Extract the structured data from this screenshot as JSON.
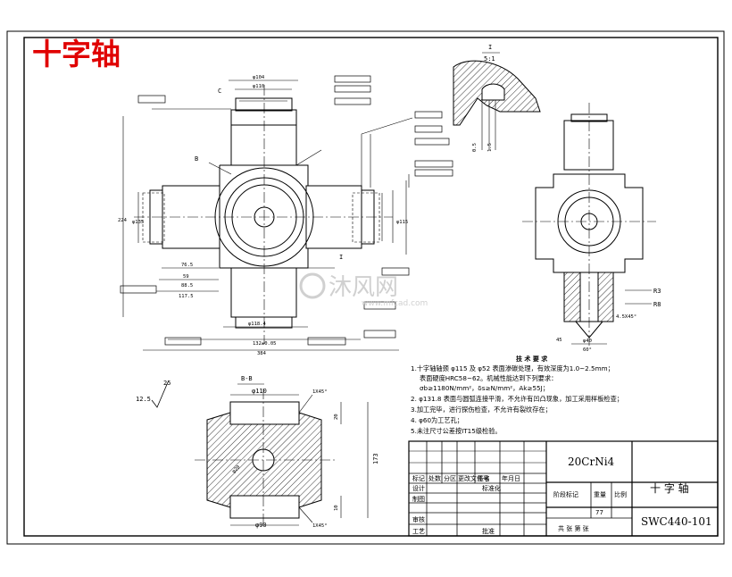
{
  "title": "十字轴",
  "views": {
    "section_bb": {
      "label": "B-B",
      "dia_top": "φ110",
      "dia_bottom": "φ90",
      "chamfer_top": "1X45°",
      "chamfer_bottom": "1X45°",
      "height": "173",
      "dim_20": "20",
      "dim_10": "10",
      "dia_hole": "φ20"
    },
    "detail_i": {
      "label": "I",
      "scale": "5:1",
      "dim_a": "0.5",
      "dim_b": "1.5"
    },
    "main_view": {
      "label_b": "B",
      "label_c": "C",
      "label_i": "I",
      "dims": [
        "384",
        "132±0.05",
        "117.5",
        "88.5",
        "76.5",
        "59",
        "φ118.4",
        "φ110",
        "φ104",
        "224",
        "φ135",
        "φ115"
      ]
    },
    "side_view": {
      "r3": "R3",
      "r8": "R8",
      "angle": "60°",
      "dia": "φ40",
      "chamfer": "4.5X45°",
      "depth": "45"
    }
  },
  "roughness": {
    "value": "25",
    "other": "12.5"
  },
  "tech_req": {
    "title": "技 术 要 求",
    "items": [
      "1.十字轴轴颈 φ115 及 φ52 表面渗碳处理，有效深度为1.0~2.5mm；",
      "表面硬度HRC58~62。机械性能达到下列要求：",
      "σb≥1180N/mm²，δs≥N/mm²，Ak≥55J；",
      "2. φ131.8 表面与圆弧连接平滑，不允许有凹凸现象，加工采用样板检查；",
      "3.加工完毕，进行探伤检查，不允许有裂纹存在；",
      "4. φ60为工艺孔；",
      "5.未注尺寸公差按IT15级检验。"
    ]
  },
  "title_block": {
    "material": "20CrNi4",
    "part_name": "十 字 轴",
    "drawing_no": "SWC440-101",
    "weight": "77",
    "headers": [
      "标记",
      "处数",
      "分区",
      "更改文件号",
      "签名",
      "年月日"
    ],
    "rows": [
      "设计",
      "制图",
      "审核",
      "工艺"
    ],
    "std_label": "标准化",
    "approve_label": "批准",
    "stage_label": "阶段标记",
    "weight_label": "重量",
    "scale_label": "比例",
    "sheets": "共 张  第 张"
  },
  "watermark": {
    "logo": "沐风网",
    "url": "www.mfcad.com"
  }
}
